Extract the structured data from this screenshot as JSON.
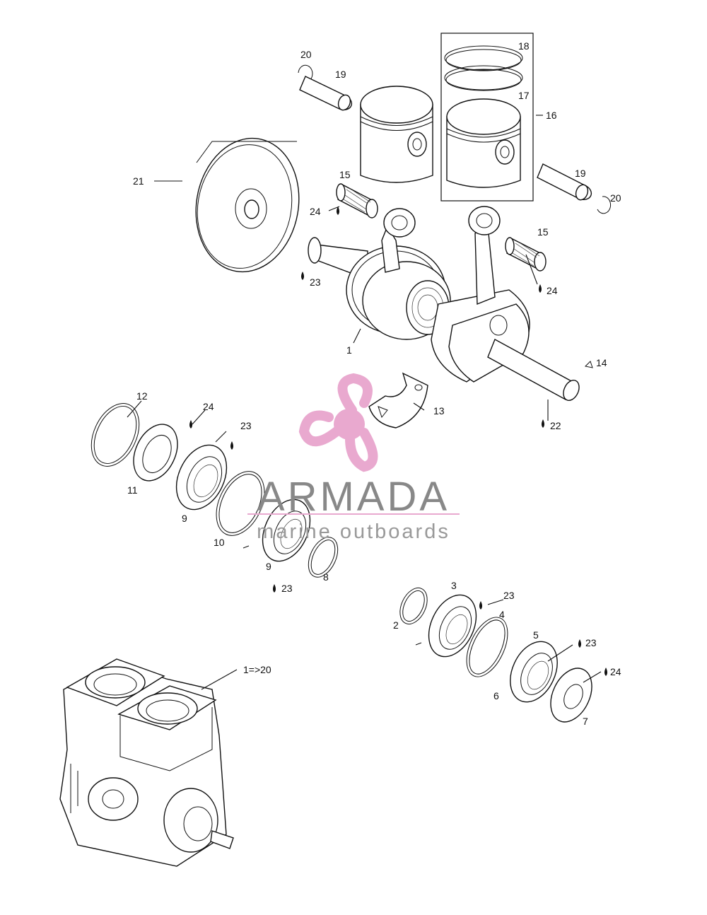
{
  "labels": {
    "l1": "1",
    "l2": "2",
    "l3": "3",
    "l4": "4",
    "l5": "5",
    "l6": "6",
    "l7": "7",
    "l8": "8",
    "l9a": "9",
    "l9b": "9",
    "l10": "10",
    "l11": "11",
    "l12": "12",
    "l13": "13",
    "l14": "14",
    "l15a": "15",
    "l15b": "15",
    "l16": "16",
    "l17": "17",
    "l18": "18",
    "l19a": "19",
    "l19b": "19",
    "l20a": "20",
    "l20b": "20",
    "l21": "21",
    "l22": "22",
    "l23a": "23",
    "l23b": "23",
    "l23c": "23",
    "l23d": "23",
    "l23e": "23",
    "l24a": "24",
    "l24b": "24",
    "l24c": "24",
    "l24d": "24",
    "l120": "1=>20"
  },
  "watermark": {
    "brand": "ARMADA",
    "tagline": "marine outboards",
    "accent_color": "#e9a9cf"
  }
}
